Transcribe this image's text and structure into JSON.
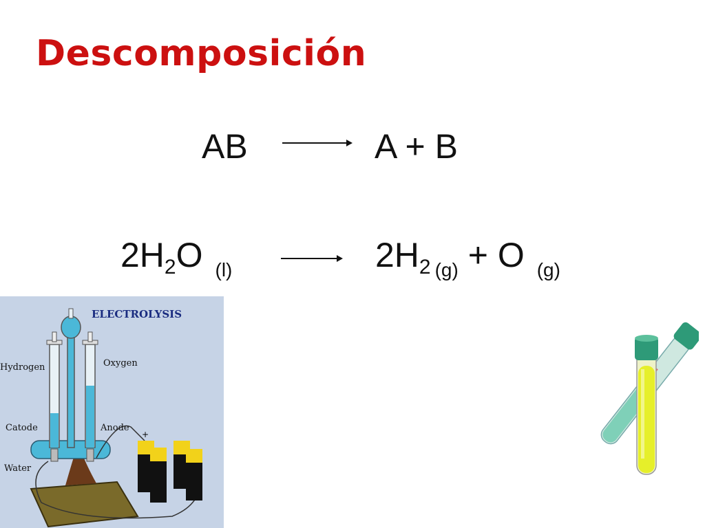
{
  "slide": {
    "title": "Descomposición",
    "general_equation": {
      "reactant": "AB",
      "products": "A  + B"
    },
    "water_equation": {
      "coef_reactant": "2H",
      "reactant_sub": "2",
      "reactant_tail": "O",
      "reactant_state": "(l)",
      "coef_product1": "2H",
      "product1_sub": "2",
      "product1_state": "(g)",
      "plus": "+ O",
      "product2_state": "(g)"
    }
  },
  "illustration": {
    "title": "ELECTROLYSIS",
    "labels": {
      "hydrogen": "Hydrogen",
      "oxygen": "Oxygen",
      "catode": "Catode",
      "anode": "Anode",
      "water": "Water"
    },
    "colors": {
      "panel": "#c6d3e6",
      "water": "#4bb8d8",
      "base": "#7a6a2a",
      "battery_top": "#f2d21a",
      "battery_body": "#111111"
    }
  },
  "test_tubes": {
    "colors": {
      "cap": "#2e9a78",
      "liquid": "#e6ef2a",
      "glass": "#cfe8e0"
    }
  }
}
